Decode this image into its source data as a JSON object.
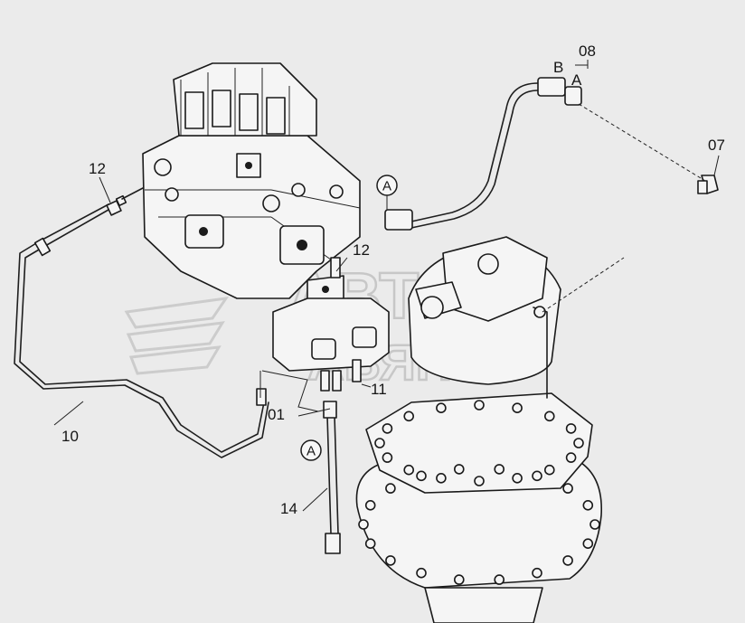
{
  "labels": {
    "p12a": "12",
    "p12b": "12",
    "p08": "08",
    "p07": "07",
    "p10": "10",
    "p01": "01",
    "p11": "11",
    "p14": "14",
    "ptB": "B",
    "ptA": "A"
  },
  "callouts": {
    "c1": "A",
    "c2": "A"
  },
  "watermark": {
    "line1": "АВТО",
    "line2": "АВЯНС"
  }
}
